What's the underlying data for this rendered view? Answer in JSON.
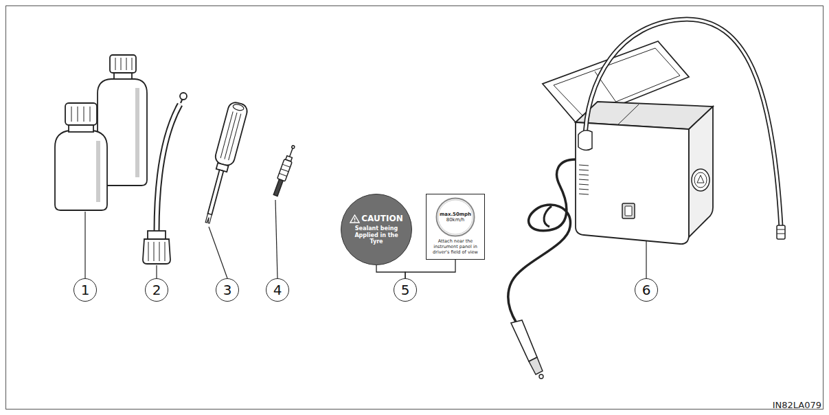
{
  "diagram": {
    "nodes": [
      {
        "text": [
          "CAUTION",
          "Sealant being Applied in the Tyre"
        ]
      },
      {
        "text": [
          "max.50mph",
          "80km/h",
          "Attach near the instrument panel in driver's field of view"
        ]
      },
      {
        "text": [
          "1"
        ]
      },
      {
        "text": [
          "2"
        ]
      },
      {
        "text": [
          "3"
        ]
      },
      {
        "text": [
          "4"
        ]
      },
      {
        "text": [
          "5"
        ]
      },
      {
        "text": [
          "6"
        ]
      }
    ],
    "edges": [
      {
        "from": 6,
        "to": 0,
        "arrow": "none"
      },
      {
        "from": 6,
        "to": 1,
        "arrow": "none"
      }
    ],
    "labels": [
      "IN82LA079"
    ]
  }
}
